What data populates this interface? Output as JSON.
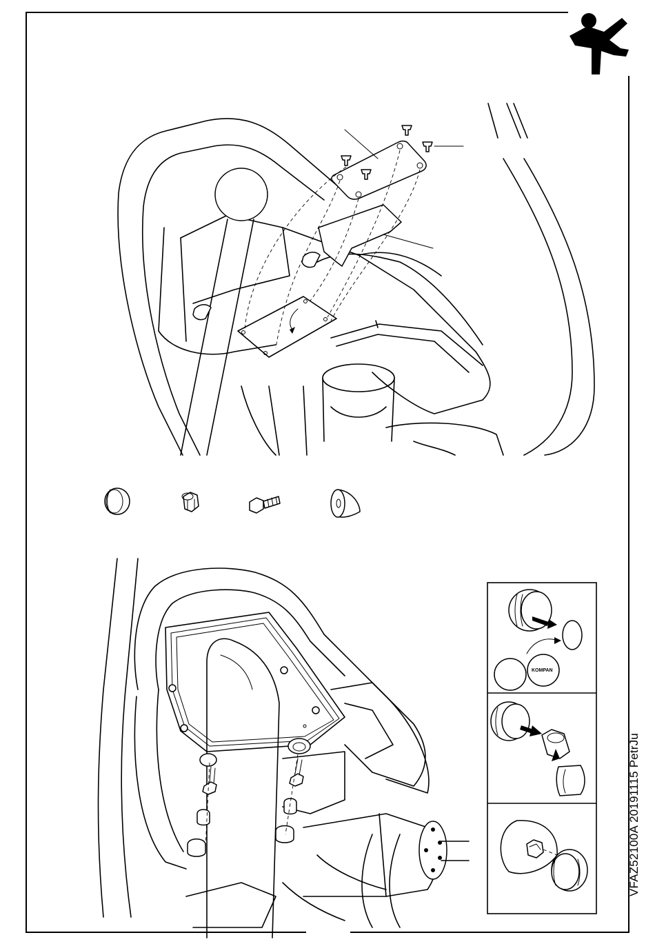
{
  "document": {
    "code": "VFAZ52100A  20191115  PetrJu",
    "logo_icon": "jumping-figure-logo",
    "inset_steps": [
      "cap-insert-step",
      "nut-sleeve-step",
      "foot-mount-step"
    ],
    "inset_logo_text": "KOMPAN"
  },
  "parts_row": [
    "end-cap-icon",
    "sleeve-nut-icon",
    "hex-bolt-icon",
    "rubber-foot-icon"
  ]
}
